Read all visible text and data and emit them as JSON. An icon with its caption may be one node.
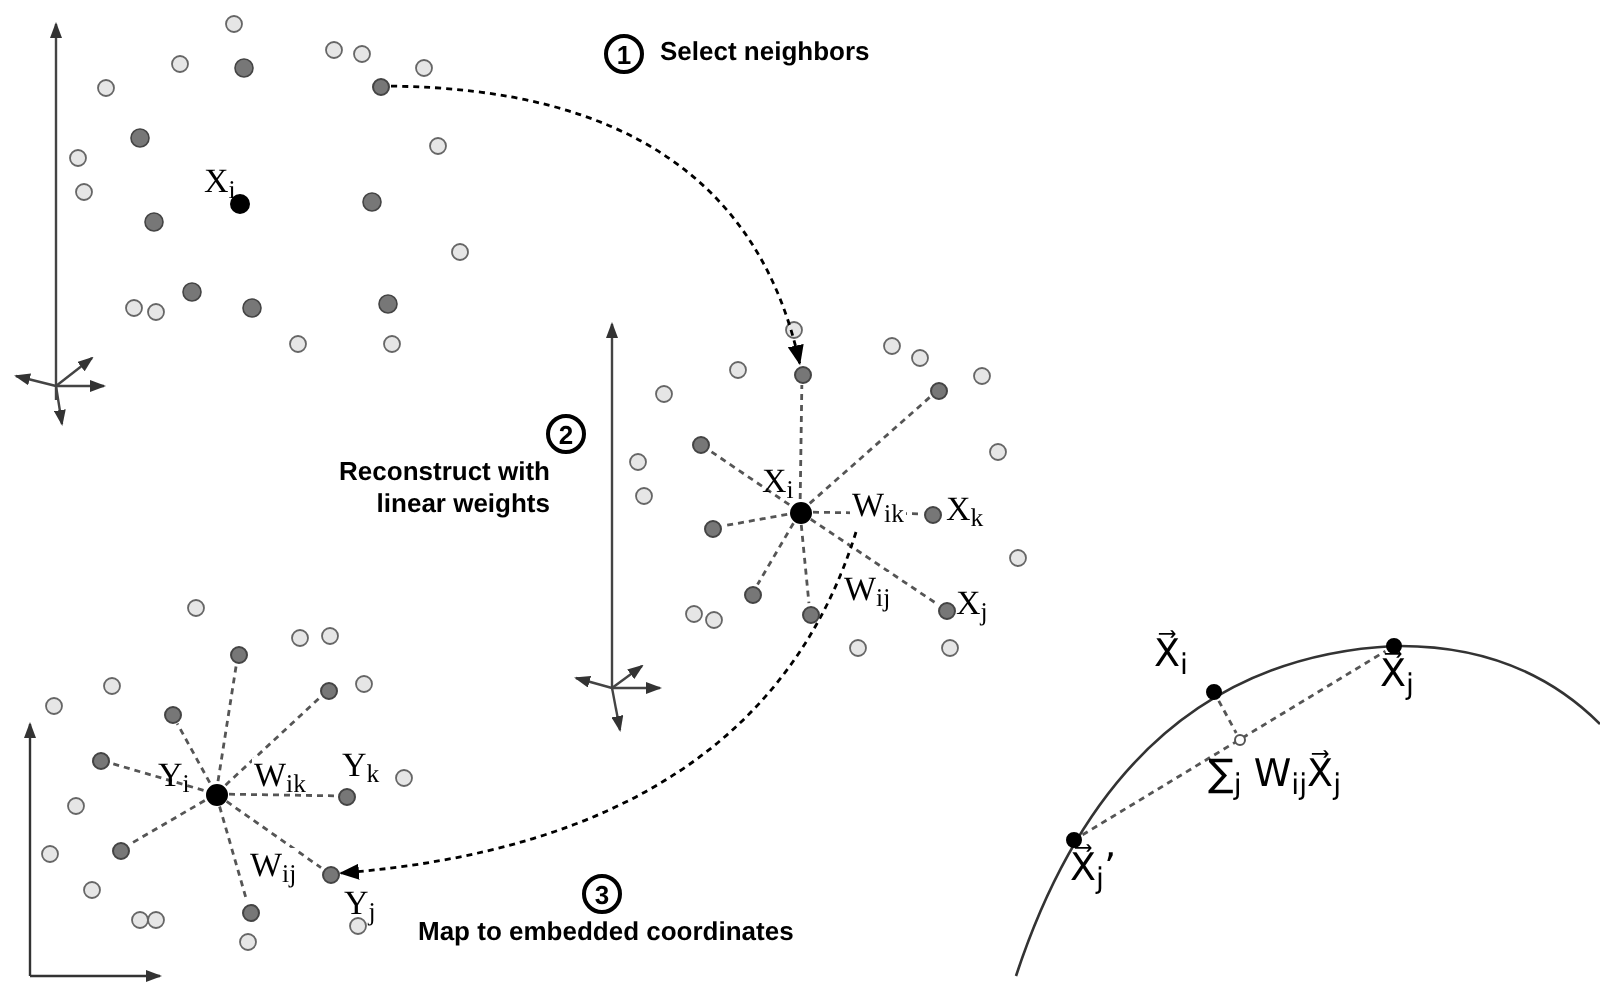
{
  "diagram": {
    "nodes": [
      {
        "text": [
          "1"
        ],
        "beside": [
          "Select neighbors"
        ]
      },
      {
        "text": [],
        "shape": "circle",
        "beside": [
          "X$_{i}$"
        ]
      },
      {
        "text": [],
        "shape": "circle"
      },
      {
        "text": [
          "2"
        ],
        "beside": [
          "Reconstruct with linear weights"
        ]
      },
      {
        "text": [],
        "shape": "circle"
      },
      {
        "text": [],
        "shape": "circle",
        "beside": [
          "X$_{i}$"
        ]
      },
      {
        "text": [],
        "shape": "circle"
      },
      {
        "text": [],
        "shape": "circle"
      },
      {
        "text": [],
        "shape": "circle",
        "beside": [
          "X$_{k}$"
        ]
      },
      {
        "text": [],
        "shape": "circle"
      },
      {
        "text": [],
        "shape": "circle"
      },
      {
        "text": [],
        "shape": "circle",
        "beside": [
          "X$_{j}$"
        ]
      },
      {
        "text": [],
        "shape": "circle"
      },
      {
        "text": [
          "3"
        ],
        "beside": [
          "Map to embedded coordinates"
        ]
      },
      {
        "text": [],
        "shape": "circle",
        "beside": [
          "Y$_{i}$"
        ]
      },
      {
        "text": [],
        "shape": "circle"
      },
      {
        "text": [],
        "shape": "circle"
      },
      {
        "text": [],
        "shape": "circle"
      },
      {
        "text": [],
        "shape": "circle"
      },
      {
        "text": [],
        "shape": "circle",
        "beside": [
          "Y$_{k}$"
        ]
      },
      {
        "text": [],
        "shape": "circle"
      },
      {
        "text": [],
        "shape": "circle",
        "beside": [
          "Y$_{j}$"
        ]
      },
      {
        "text": [],
        "shape": "circle"
      },
      {
        "text": [],
        "shape": "circle",
        "beside": [
          "X⃗$_{i}$"
        ]
      },
      {
        "text": [],
        "shape": "circle",
        "beside": [
          "X⃗$_{j}$"
        ]
      },
      {
        "text": [],
        "shape": "circle",
        "beside": [
          "∑$_{j}$ W$_{ij}$X⃗$_{j}$"
        ]
      },
      {
        "text": [],
        "shape": "circle",
        "beside": [
          "X⃗$_{j}$’"
        ]
      }
    ],
    "edges": [
      {
        "from": 2,
        "to": 4,
        "arrow": "to",
        "style": "dashed",
        "color": "#000000"
      },
      {
        "from": 5,
        "to": 4,
        "arrow": "none",
        "style": "dashed"
      },
      {
        "from": 5,
        "to": 6,
        "arrow": "none",
        "style": "dashed"
      },
      {
        "from": 5,
        "to": 7,
        "arrow": "none",
        "style": "dashed"
      },
      {
        "from": 5,
        "to": 8,
        "arrow": "none",
        "style": "dashed",
        "label": "W$_{ik}$"
      },
      {
        "from": 5,
        "to": 9,
        "arrow": "none",
        "style": "dashed"
      },
      {
        "from": 5,
        "to": 10,
        "arrow": "none",
        "style": "dashed"
      },
      {
        "from": 5,
        "to": 11,
        "arrow": "none",
        "style": "dashed",
        "label": "W$_{ij}$"
      },
      {
        "from": 5,
        "to": 12,
        "arrow": "none",
        "style": "dashed"
      },
      {
        "from": null,
        "to": 21,
        "arrow": "to",
        "style": "dashed",
        "color": "#000000"
      },
      {
        "from": 14,
        "to": 15,
        "arrow": "none",
        "style": "dashed"
      },
      {
        "from": 14,
        "to": 16,
        "arrow": "none",
        "style": "dashed"
      },
      {
        "from": 14,
        "to": 17,
        "arrow": "none",
        "style": "dashed"
      },
      {
        "from": 14,
        "to": 18,
        "arrow": "none",
        "style": "dashed"
      },
      {
        "from": 14,
        "to": 19,
        "arrow": "none",
        "style": "dashed",
        "label": "W$_{ik}$"
      },
      {
        "from": 14,
        "to": 20,
        "arrow": "none",
        "style": "dashed"
      },
      {
        "from": 14,
        "to": 21,
        "arrow": "none",
        "style": "dashed",
        "label": "W$_{ij}$"
      },
      {
        "from": 14,
        "to": 22,
        "arrow": "none",
        "style": "dashed"
      },
      {
        "from": 26,
        "to": 24,
        "arrow": "none",
        "style": "dashed"
      },
      {
        "from": 23,
        "to": 25,
        "arrow": "none",
        "style": "dashed"
      }
    ]
  }
}
